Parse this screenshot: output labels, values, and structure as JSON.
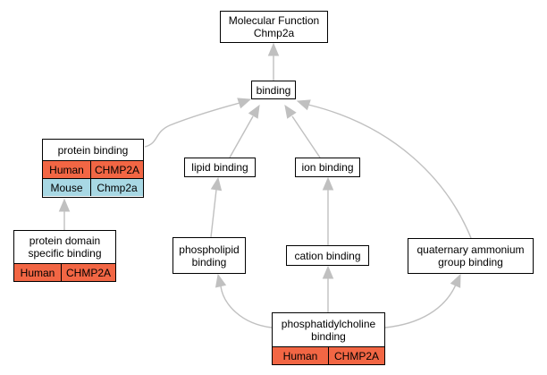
{
  "colors": {
    "human": "#f26644",
    "mouse": "#a8d8e4",
    "edge": "#c0c0c0",
    "border": "#000000"
  },
  "nodes": {
    "root": {
      "lines": [
        "Molecular Function",
        "Chmp2a"
      ]
    },
    "binding": {
      "lines": [
        "binding"
      ]
    },
    "protein_binding": {
      "lines": [
        "protein binding"
      ],
      "annotations": [
        {
          "species": "Human",
          "gene": "CHMP2A"
        },
        {
          "species": "Mouse",
          "gene": "Chmp2a"
        }
      ]
    },
    "lipid_binding": {
      "lines": [
        "lipid binding"
      ]
    },
    "ion_binding": {
      "lines": [
        "ion binding"
      ]
    },
    "protein_domain_specific_binding": {
      "lines": [
        "protein domain",
        "specific binding"
      ],
      "annotations": [
        {
          "species": "Human",
          "gene": "CHMP2A"
        }
      ]
    },
    "phospholipid_binding": {
      "lines": [
        "phospholipid",
        "binding"
      ]
    },
    "cation_binding": {
      "lines": [
        "cation binding"
      ]
    },
    "quaternary_ammonium_group_binding": {
      "lines": [
        "quaternary ammonium",
        "group binding"
      ]
    },
    "phosphatidylcholine_binding": {
      "lines": [
        "phosphatidylcholine",
        "binding"
      ],
      "annotations": [
        {
          "species": "Human",
          "gene": "CHMP2A"
        }
      ]
    }
  },
  "edges": [
    {
      "from": "binding",
      "to": "root"
    },
    {
      "from": "protein_binding",
      "to": "binding"
    },
    {
      "from": "lipid_binding",
      "to": "binding"
    },
    {
      "from": "ion_binding",
      "to": "binding"
    },
    {
      "from": "quaternary_ammonium_group_binding",
      "to": "binding"
    },
    {
      "from": "protein_domain_specific_binding",
      "to": "protein_binding"
    },
    {
      "from": "phospholipid_binding",
      "to": "lipid_binding"
    },
    {
      "from": "cation_binding",
      "to": "ion_binding"
    },
    {
      "from": "phosphatidylcholine_binding",
      "to": "phospholipid_binding"
    },
    {
      "from": "phosphatidylcholine_binding",
      "to": "cation_binding"
    },
    {
      "from": "phosphatidylcholine_binding",
      "to": "quaternary_ammonium_group_binding"
    }
  ]
}
